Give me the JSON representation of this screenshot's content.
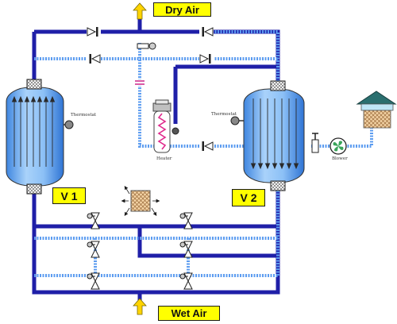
{
  "labels": {
    "dry_air": "Dry Air",
    "wet_air": "Wet Air",
    "vessel_1": "V 1",
    "vessel_2": "V 2",
    "thermostat_1": "Thermostat",
    "thermostat_2": "Thermostat",
    "heater": "Heater",
    "blower": "Blower"
  },
  "colors": {
    "dry_pipe": "#1f1fa8",
    "wet_pipe": "#5c9cf0",
    "vessel_fill": "#6aaaf0",
    "label_bg": "#ffff00",
    "flow_arrow": "#ffd400",
    "heater_coil": "#e0288c",
    "hood": "#2a6f6f"
  },
  "icons": {
    "check_valve": "check-valve-icon",
    "manual_valve": "manual-valve-icon",
    "blower": "blower-fan-icon",
    "filter": "filter-icon",
    "heater": "heater-coil-icon",
    "thermostat": "thermostat-icon",
    "intake_hood": "intake-hood-icon"
  }
}
